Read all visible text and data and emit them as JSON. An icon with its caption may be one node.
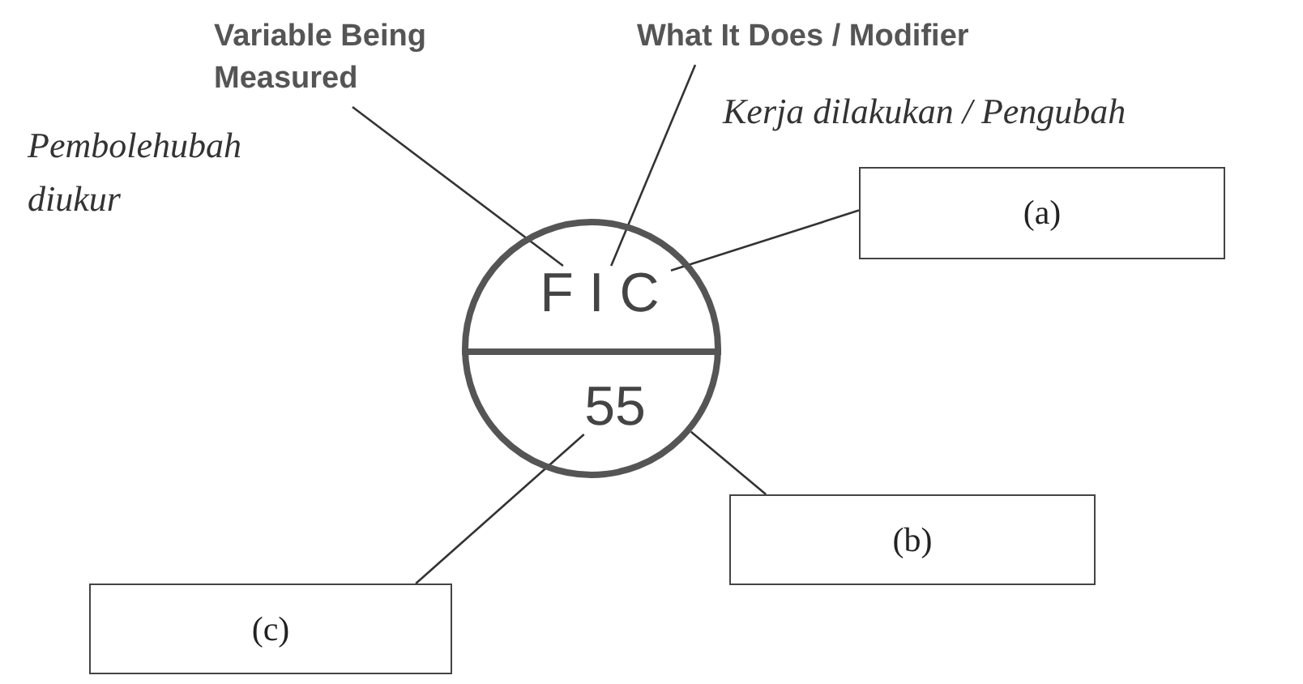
{
  "diagram": {
    "nodes": [
      {
        "text": [
          "Variable Being Measured"
        ],
        "beside": [
          "Pembolehubah diukur"
        ]
      },
      {
        "text": [
          "What It Does / Modifier"
        ],
        "beside": [
          "Kerja dilakukan / Pengubah"
        ]
      },
      {
        "text": [],
        "shape": "circle"
      },
      {
        "text": [
          "F I C"
        ],
        "in": 2
      },
      {
        "text": [
          "55"
        ],
        "in": 2
      },
      {
        "text": [
          "(a)"
        ]
      },
      {
        "text": [
          "(b)"
        ]
      },
      {
        "text": [
          "(c)"
        ]
      }
    ],
    "edges": [
      {
        "from": 0,
        "to": 3,
        "arrow": "none"
      },
      {
        "from": 1,
        "to": 3,
        "arrow": "none"
      },
      {
        "from": 5,
        "to": 3,
        "arrow": "none"
      },
      {
        "from": 6,
        "to": 2,
        "arrow": "none"
      },
      {
        "from": 7,
        "to": 4,
        "arrow": "none"
      }
    ]
  }
}
